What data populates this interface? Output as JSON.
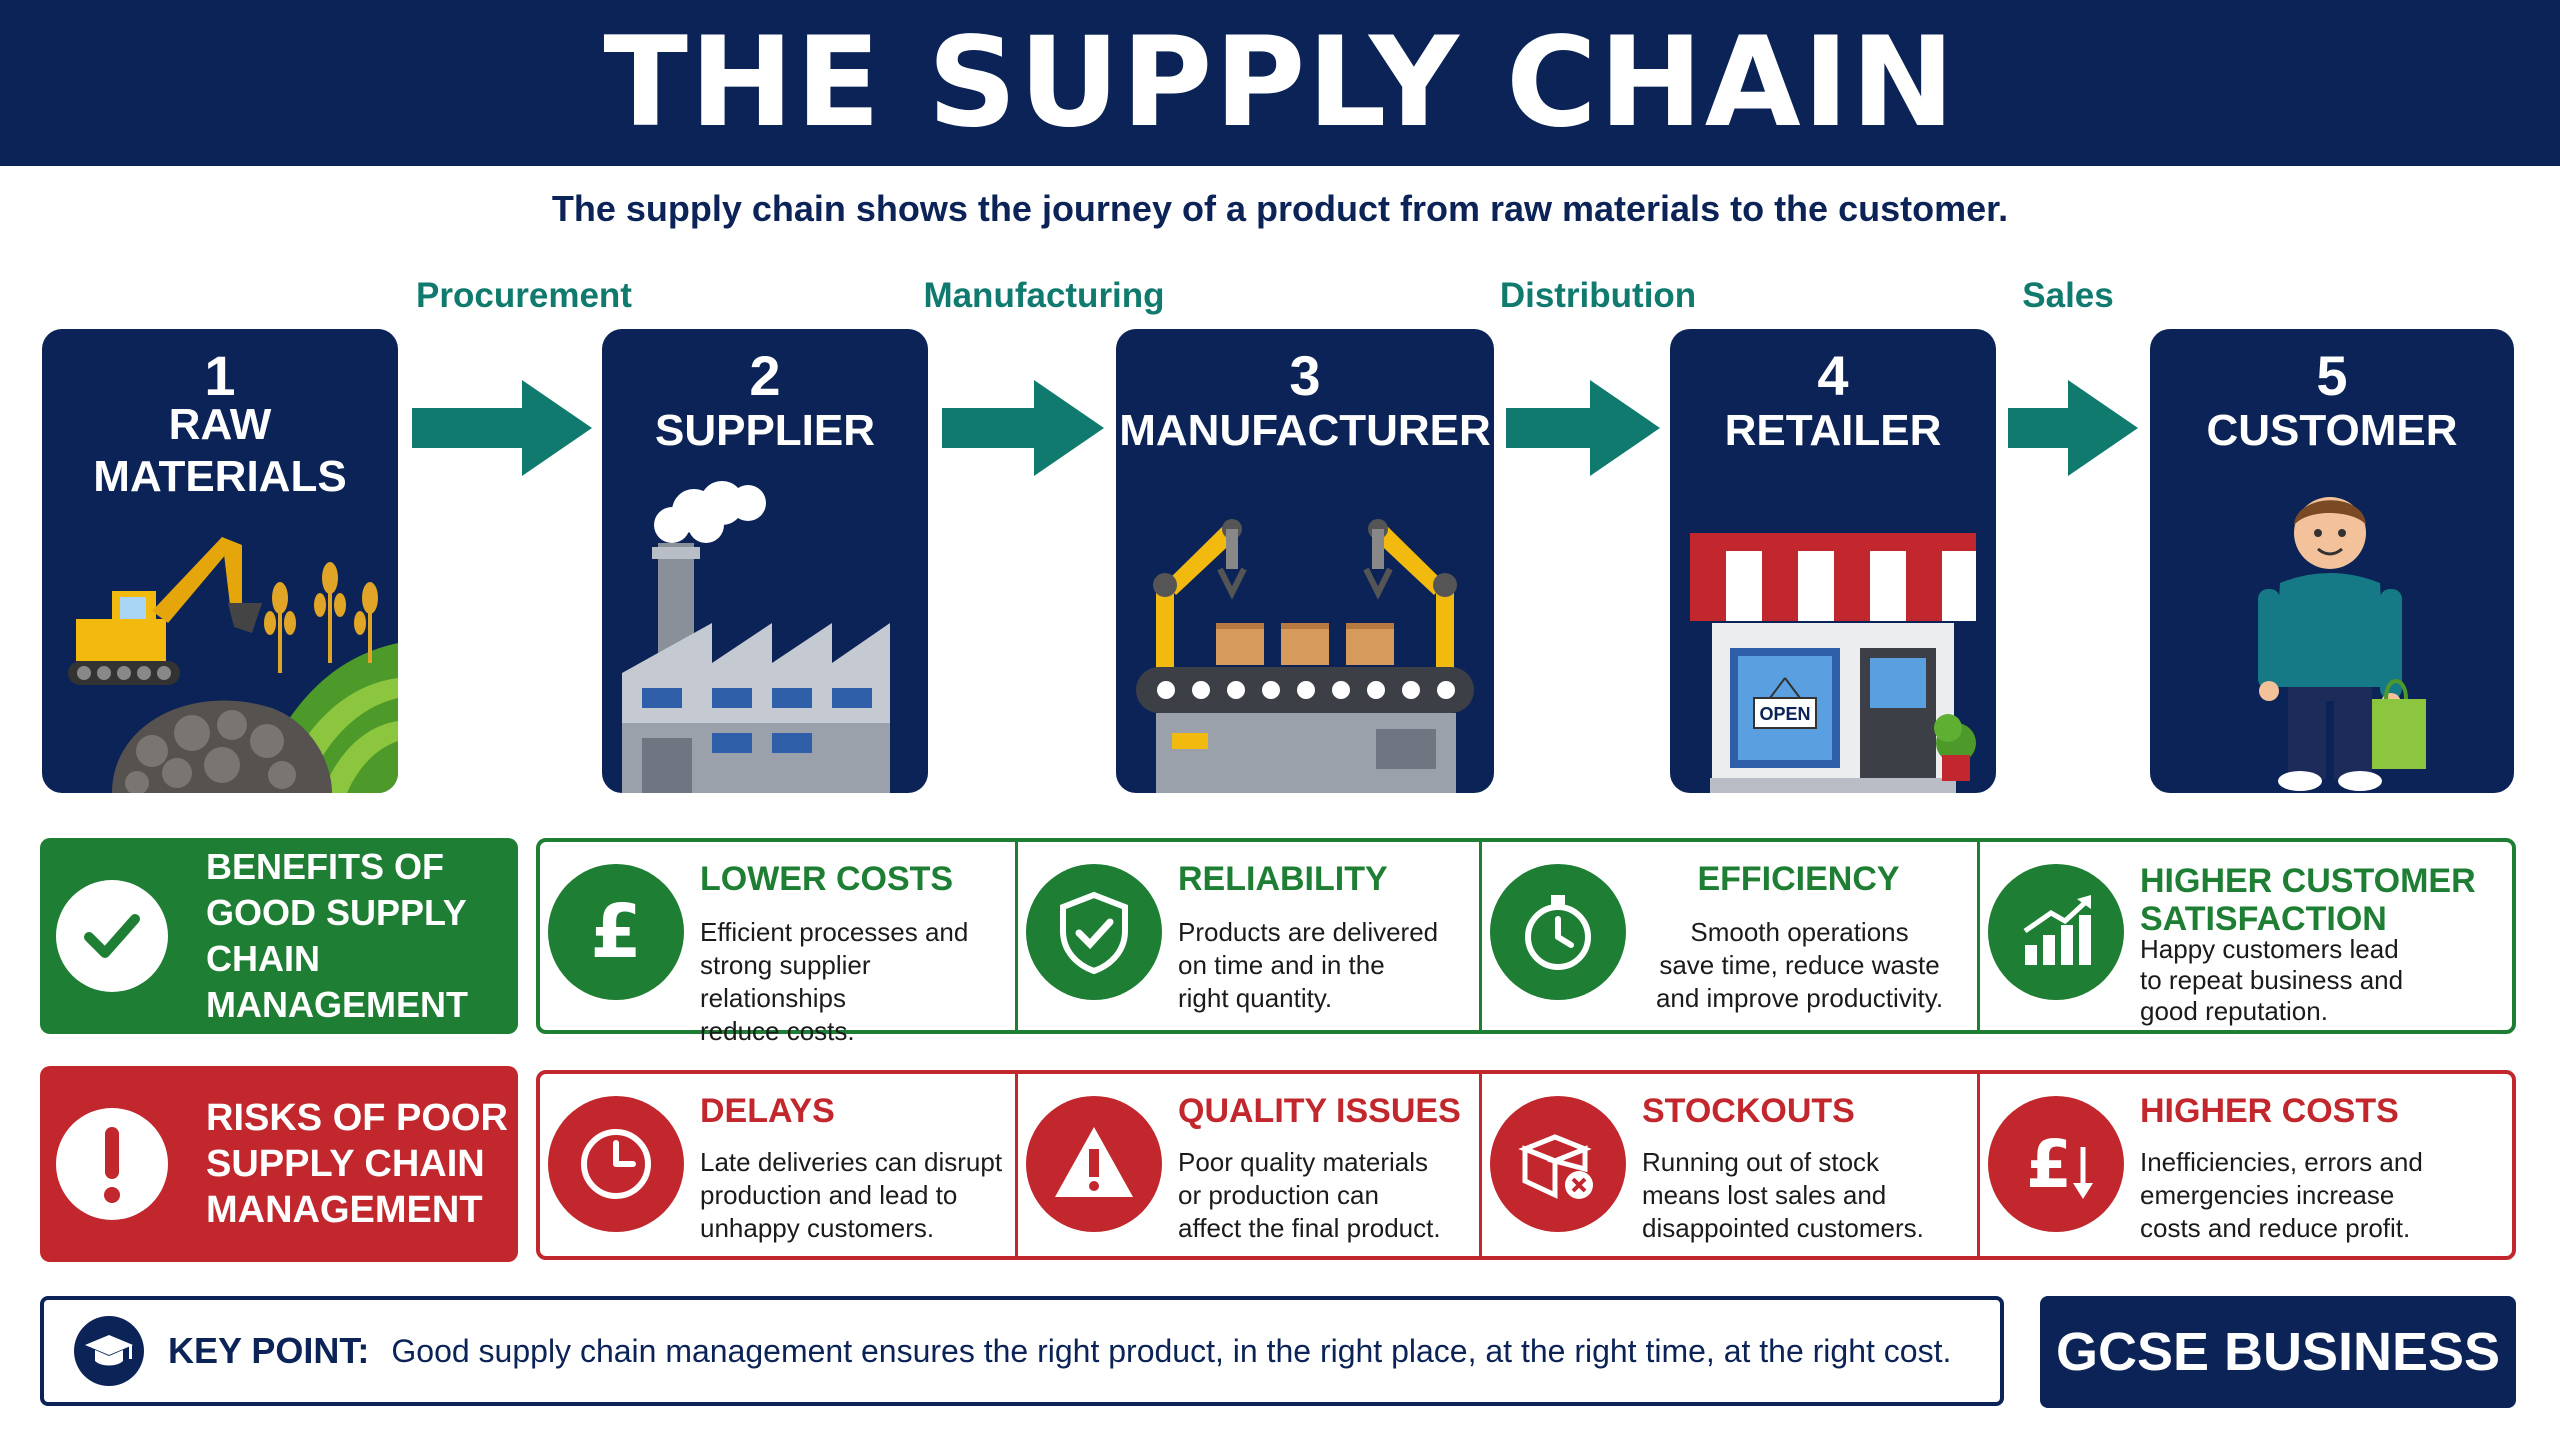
{
  "header": {
    "title": "THE SUPPLY CHAIN"
  },
  "subtitle": "The supply chain shows the journey of a product from raw materials to the customer.",
  "stages": [
    "Procurement",
    "Manufacturing",
    "Distribution",
    "Sales"
  ],
  "steps": [
    {
      "number": "1",
      "line1": "RAW",
      "line2": "MATERIALS"
    },
    {
      "number": "2",
      "line1": "SUPPLIER",
      "line2": ""
    },
    {
      "number": "3",
      "line1": "MANUFACTURER",
      "line2": ""
    },
    {
      "number": "4",
      "line1": "RETAILER",
      "line2": ""
    },
    {
      "number": "5",
      "line1": "CUSTOMER",
      "line2": ""
    }
  ],
  "retailer_sign": "OPEN",
  "benefits": {
    "heading": [
      "BENEFITS OF",
      "GOOD SUPPLY",
      "CHAIN MANAGEMENT"
    ],
    "items": [
      {
        "title": "LOWER COSTS",
        "lines": [
          "Efficient processes and",
          "strong supplier relationships",
          "reduce costs."
        ],
        "icon": "pound-icon"
      },
      {
        "title": "RELIABILITY",
        "lines": [
          "Products are delivered",
          "on time and in the",
          "right quantity."
        ],
        "icon": "shield-check-icon"
      },
      {
        "title": "EFFICIENCY",
        "lines": [
          "Smooth operations",
          "save time, reduce waste",
          "and improve productivity."
        ],
        "icon": "stopwatch-icon"
      },
      {
        "title": "HIGHER CUSTOMER SATISFACTION",
        "lines": [
          "Happy customers lead",
          "to repeat business and",
          "good reputation."
        ],
        "icon": "growth-chart-icon"
      }
    ]
  },
  "risks": {
    "heading": [
      "RISKS OF POOR",
      "SUPPLY CHAIN",
      "MANAGEMENT"
    ],
    "items": [
      {
        "title": "DELAYS",
        "lines": [
          "Late deliveries can disrupt",
          "production and lead to",
          "unhappy customers."
        ],
        "icon": "clock-icon"
      },
      {
        "title": "QUALITY ISSUES",
        "lines": [
          "Poor quality materials",
          "or production can",
          "affect the final product."
        ],
        "icon": "warning-icon"
      },
      {
        "title": "STOCKOUTS",
        "lines": [
          "Running out of stock",
          "means lost sales and",
          "disappointed customers."
        ],
        "icon": "empty-box-icon"
      },
      {
        "title": "HIGHER COSTS",
        "lines": [
          "Inefficiencies, errors and",
          "emergencies increase",
          "costs and reduce profit."
        ],
        "icon": "pound-down-icon"
      }
    ]
  },
  "key_point": {
    "label": "KEY POINT:",
    "text": "Good supply chain management ensures the right product, in the right place, at the right time, at the right cost."
  },
  "badge": "GCSE BUSINESS",
  "colors": {
    "navy": "#0b2356",
    "teal": "#0f7a6d",
    "green": "#1e7e34",
    "red": "#c1272d"
  }
}
